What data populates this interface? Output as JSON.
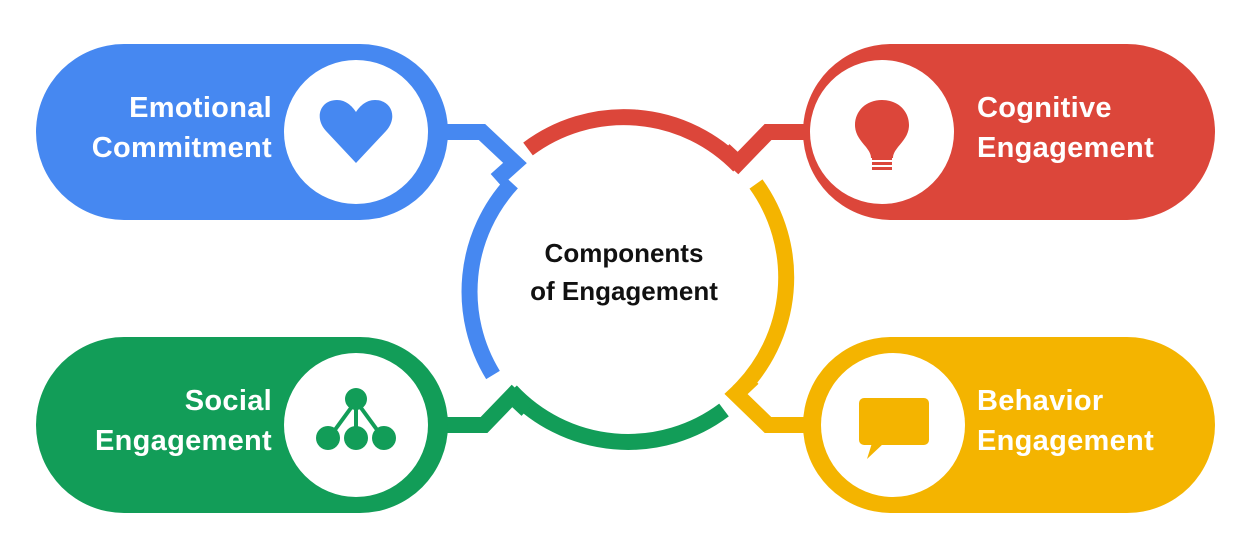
{
  "diagram": {
    "title_line1": "Components",
    "title_line2": "of Engagement",
    "colors": {
      "blue": "#4688F1",
      "red": "#DC463A",
      "green": "#129D58",
      "yellow": "#F4B400",
      "text_dark": "#111111",
      "background": "#FFFFFF"
    },
    "components": [
      {
        "id": "emotional",
        "line1": "Emotional",
        "line2": "Commitment",
        "icon": "heart-icon",
        "color": "#4688F1",
        "position": "top-left"
      },
      {
        "id": "cognitive",
        "line1": "Cognitive",
        "line2": "Engagement",
        "icon": "lightbulb-icon",
        "color": "#DC463A",
        "position": "top-right"
      },
      {
        "id": "social",
        "line1": "Social",
        "line2": "Engagement",
        "icon": "network-icon",
        "color": "#129D58",
        "position": "bottom-left"
      },
      {
        "id": "behavior",
        "line1": "Behavior",
        "line2": "Engagement",
        "icon": "speech-bubble-icon",
        "color": "#F4B400",
        "position": "bottom-right"
      }
    ]
  }
}
